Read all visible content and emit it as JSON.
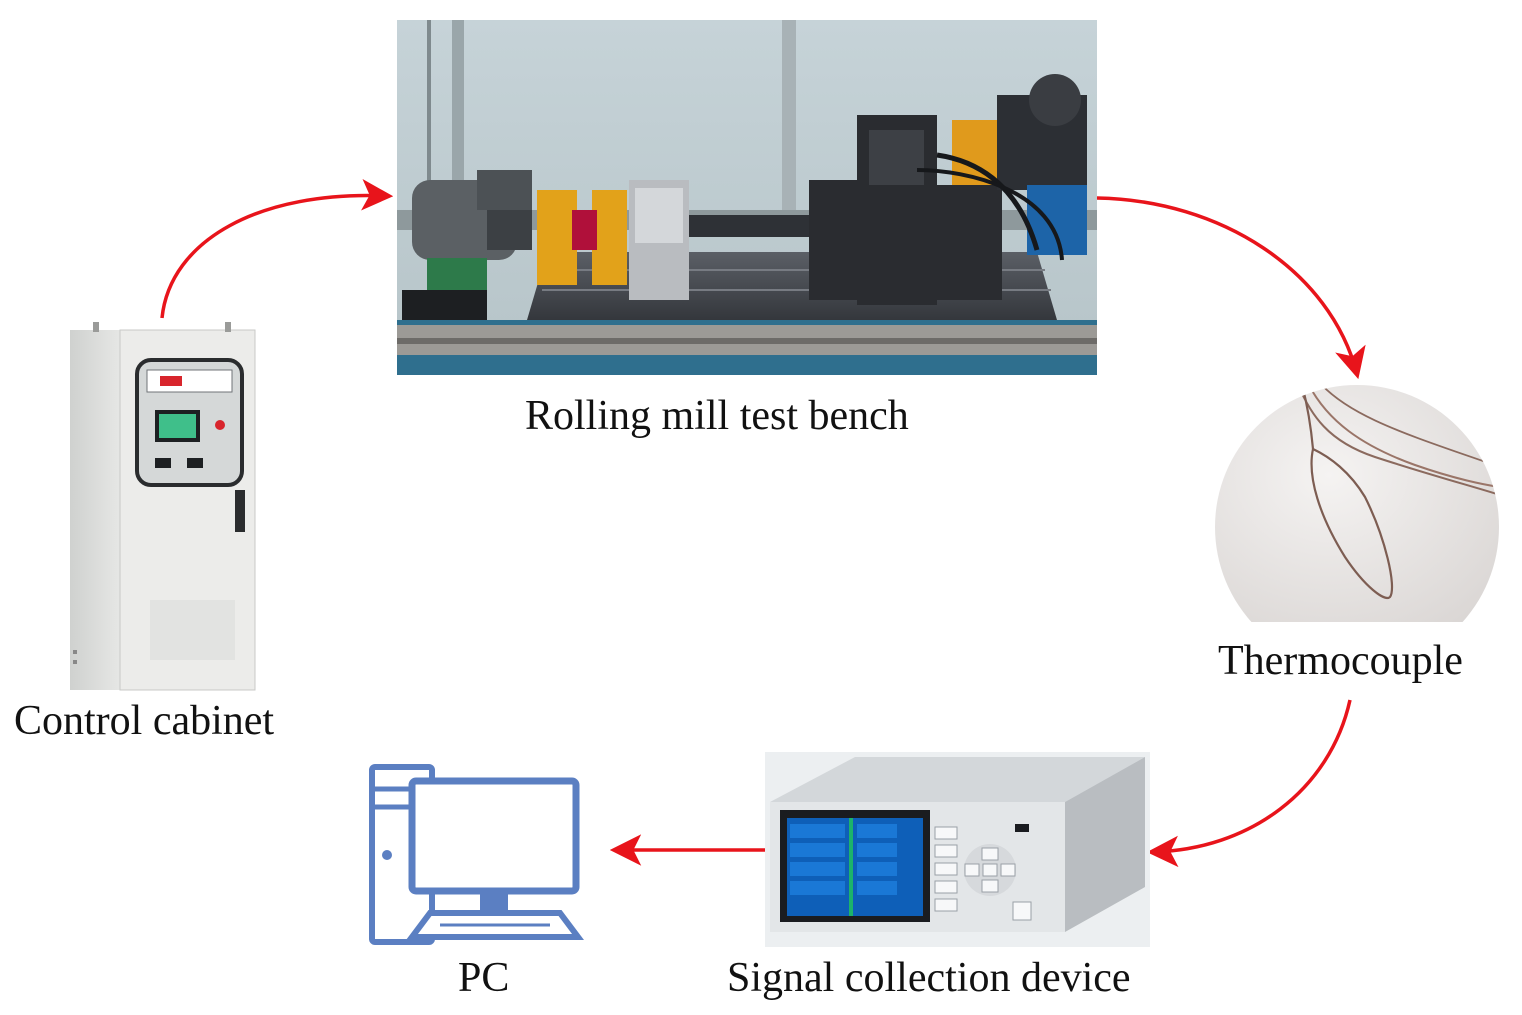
{
  "diagram": {
    "nodes": {
      "rolling_mill": {
        "label": "Rolling mill test bench"
      },
      "thermocouple": {
        "label": "Thermocouple"
      },
      "signal_device": {
        "label": "Signal collection device"
      },
      "pc": {
        "label": "PC"
      },
      "control_cabinet": {
        "label": "Control cabinet"
      }
    },
    "flow": [
      {
        "from": "control_cabinet",
        "to": "rolling_mill"
      },
      {
        "from": "rolling_mill",
        "to": "thermocouple"
      },
      {
        "from": "thermocouple",
        "to": "signal_device"
      },
      {
        "from": "signal_device",
        "to": "pc"
      }
    ],
    "colors": {
      "arrow": "#e8141b",
      "background": "#ffffff",
      "text": "#111111"
    }
  }
}
